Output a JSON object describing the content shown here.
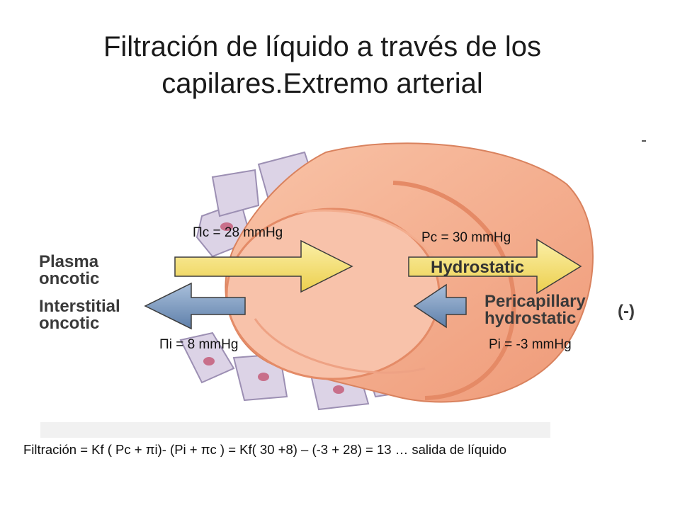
{
  "title": {
    "line1": "Filtración de líquido a través de los",
    "line2": "capilares.Extremo arterial"
  },
  "figure": {
    "left_labels": {
      "plasma": [
        "Plasma",
        "oncotic"
      ],
      "interstitial": [
        "Interstitial",
        "oncotic"
      ]
    },
    "right_labels": {
      "hydrostatic": "Hydrostatic",
      "pericapillary": [
        "Pericapillary",
        "hydrostatic"
      ],
      "sign": "(-)"
    },
    "pressures": {
      "pi_c": "Πc = 28 mmHg",
      "p_c": "Pc = 30  mmHg",
      "pi_i": "Πi = 8 mmHg",
      "p_i": "Pi = -3 mmHg"
    },
    "colors": {
      "vessel": "#f6b193",
      "vessel_dark": "#e58a66",
      "cells": "#dcd3e6",
      "cell_edge": "#9c8fb3",
      "nucleus": "#c86f8a",
      "yellow_arrow": "#f7e27a",
      "blue_arrow": "#7f9cc0"
    }
  },
  "formula": "Filtración = Kf ( Pc + πi)-  (Pi + πc ) = Kf( 30 +8) – (-3 + 28) = 13 … salida de líquido"
}
